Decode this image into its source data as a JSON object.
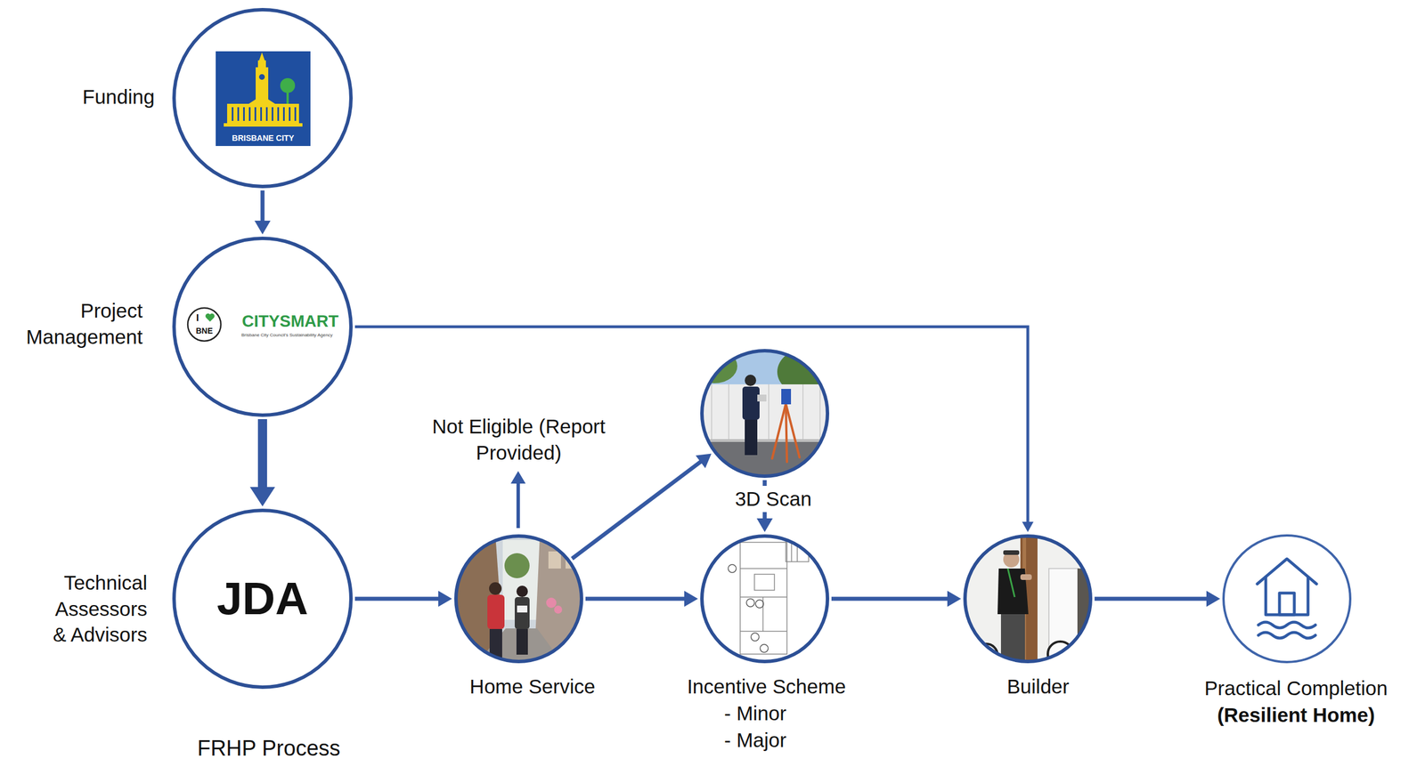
{
  "diagram": {
    "caption": "FRHP Process",
    "nodes": [
      {
        "text": [
          "Funding",
          "BRISBANE CITY"
        ]
      },
      {
        "text": [
          "Project Management",
          "I",
          "BNE",
          "CITYSMART",
          "Brisbane City Council's Sustainability Agency"
        ]
      },
      {
        "text": [
          "Technical Assessors & Advisors",
          "JDA"
        ]
      },
      {
        "text": [
          "Home Service"
        ]
      },
      {
        "text": [
          "3D Scan"
        ]
      },
      {
        "text": [
          "Incentive Scheme",
          "- Minor",
          "- Major"
        ]
      },
      {
        "text": [
          "Builder"
        ]
      },
      {
        "text": [
          "Practical Completion",
          "(Resilient Home)"
        ]
      }
    ],
    "edges": [
      {
        "from": 0,
        "to": 1,
        "arrow": "to"
      },
      {
        "from": 1,
        "to": 2,
        "arrow": "to"
      },
      {
        "from": 2,
        "to": 3,
        "arrow": "to"
      },
      {
        "from": 3,
        "to": 4,
        "arrow": "to"
      },
      {
        "from": 4,
        "to": 5,
        "arrow": "to"
      },
      {
        "from": 3,
        "to": 5,
        "arrow": "to"
      },
      {
        "from": 5,
        "to": 6,
        "arrow": "to"
      },
      {
        "from": 1,
        "to": 6,
        "arrow": "to"
      },
      {
        "from": 6,
        "to": 7,
        "arrow": "to"
      }
    ],
    "labels": [
      "Not Eligible (Report Provided)"
    ]
  }
}
